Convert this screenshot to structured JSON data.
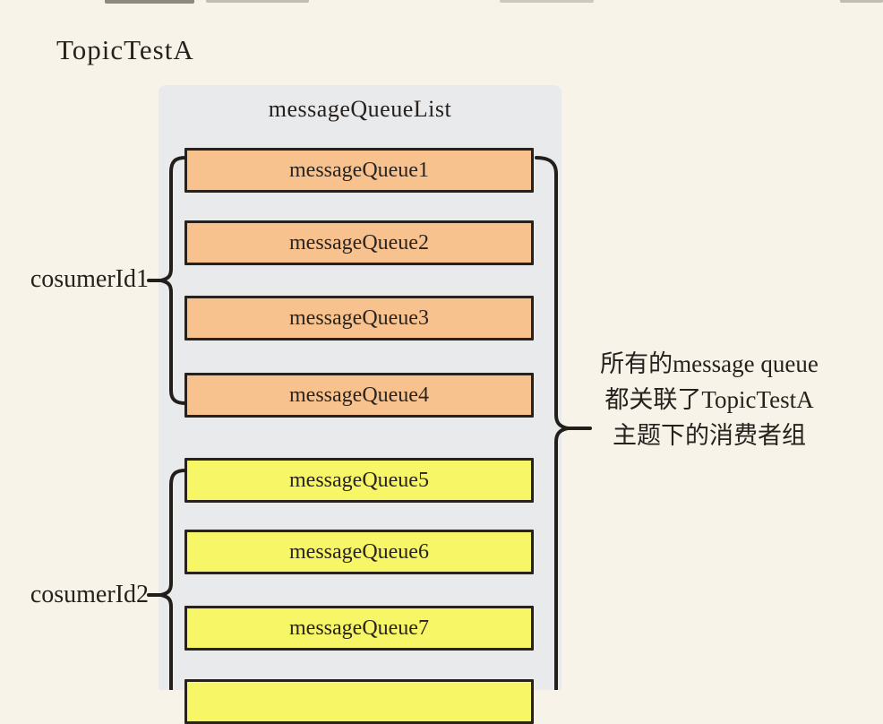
{
  "page": {
    "title": "TopicTestA",
    "background_color": "#F8F3E9",
    "text_color": "#26211D"
  },
  "panel": {
    "title": "messageQueueList",
    "background_color": "#E9EAEC"
  },
  "queues": [
    {
      "label": "messageQueue1",
      "group": "cosumerId1",
      "fill": "#F8C28E"
    },
    {
      "label": "messageQueue2",
      "group": "cosumerId1",
      "fill": "#F8C28E"
    },
    {
      "label": "messageQueue3",
      "group": "cosumerId1",
      "fill": "#F8C28E"
    },
    {
      "label": "messageQueue4",
      "group": "cosumerId1",
      "fill": "#F8C28E"
    },
    {
      "label": "messageQueue5",
      "group": "cosumerId2",
      "fill": "#F7F666"
    },
    {
      "label": "messageQueue6",
      "group": "cosumerId2",
      "fill": "#F7F666"
    },
    {
      "label": "messageQueue7",
      "group": "cosumerId2",
      "fill": "#F7F666"
    },
    {
      "label": "",
      "group": "cosumerId2",
      "fill": "#F7F666",
      "note": "partially visible at bottom edge"
    }
  ],
  "consumers": [
    {
      "label": "cosumerId1"
    },
    {
      "label": "cosumerId2"
    }
  ],
  "annotation": {
    "line1": "所有的message queue",
    "line2": "都关联了TopicTestA",
    "line3": "主题下的消费者组"
  },
  "colors": {
    "stroke": "#221E1A",
    "box_border": "#27221E",
    "orange_fill": "#F8C28E",
    "yellow_fill": "#F7F666"
  }
}
